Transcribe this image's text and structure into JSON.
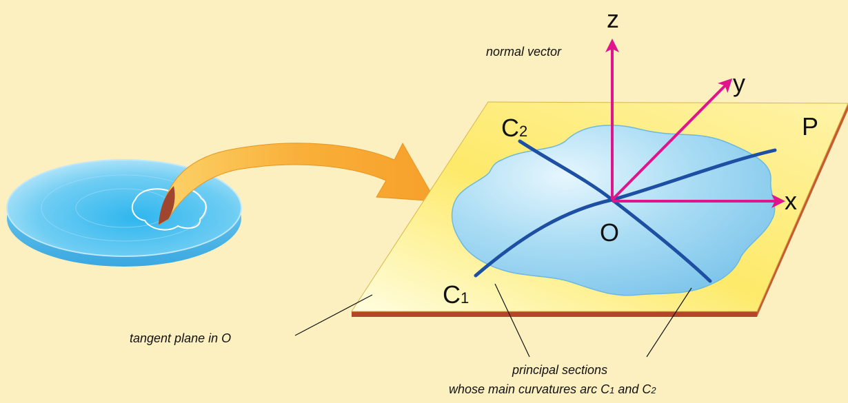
{
  "labels": {
    "z": "z",
    "y": "y",
    "x": "x",
    "origin": "O",
    "plane": "P",
    "c1_letter": "C",
    "c1_sub": "1",
    "c2_letter": "C",
    "c2_sub": "2"
  },
  "annotations": {
    "normal_vector": "normal vector",
    "tangent_plane": "tangent plane in O",
    "principal_line1": "principal sections",
    "principal_line2_pre": "whose main curvatures arc C",
    "principal_line2_sub1": "1",
    "principal_line2_mid": " and C",
    "principal_line2_sub2": "2"
  },
  "colors": {
    "background": "#fdf0c0",
    "axis_magenta": "#e0148c",
    "curve_blue": "#1d4fa3",
    "plane_yellow": "#fde87a",
    "plane_edge": "#b5452a",
    "surface_blue": "#8fd0f0",
    "arrow_orange": "#f5a623"
  }
}
